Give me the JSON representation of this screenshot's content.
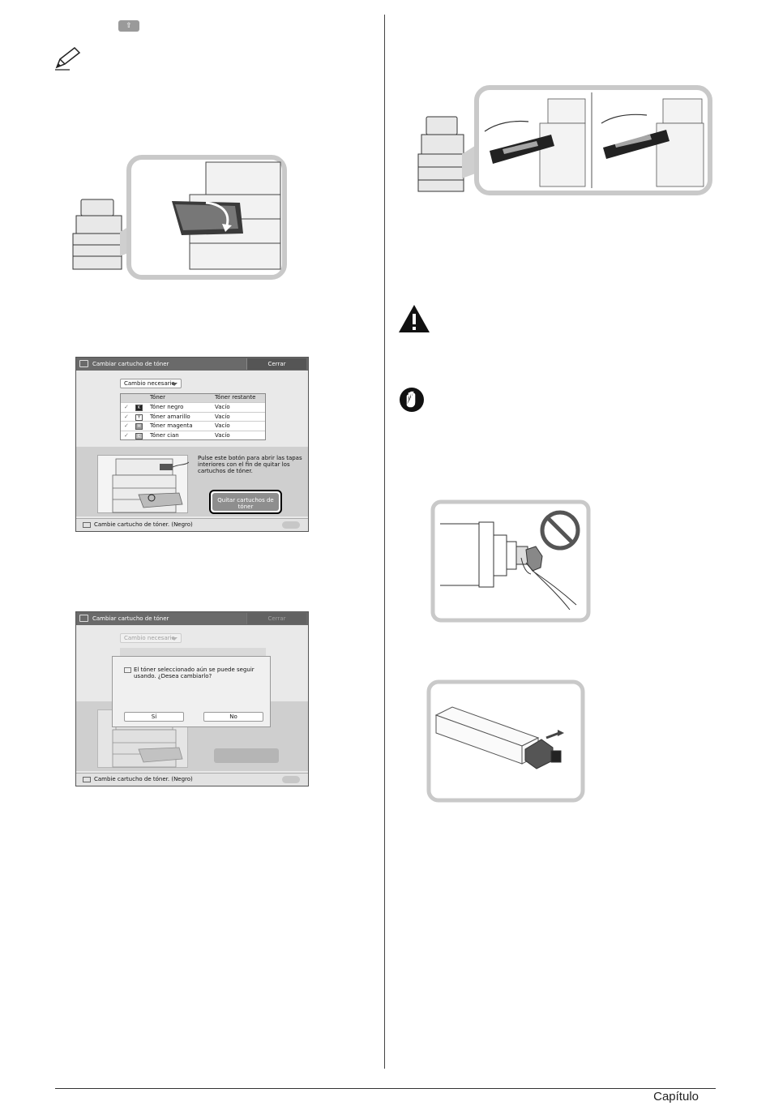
{
  "icons": {
    "key_icon": "reset-key-icon",
    "note": "pencil-note-icon",
    "warning": "warning-triangle-icon",
    "important": "stop-hand-icon",
    "prohibited": "prohibited-icon"
  },
  "screen1": {
    "title": "Cambiar cartucho de tóner",
    "close": "Cerrar",
    "dropdown": "Cambio necesario",
    "headers": [
      "Tóner",
      "Tóner restante"
    ],
    "rows": [
      {
        "badge": "K",
        "name": "Tóner negro",
        "remaining": "Vacío"
      },
      {
        "badge": "Y",
        "name": "Tóner amarillo",
        "remaining": "Vacío"
      },
      {
        "badge": "M",
        "name": "Tóner magenta",
        "remaining": "Vacío"
      },
      {
        "badge": "C",
        "name": "Tóner cian",
        "remaining": "Vacío"
      }
    ],
    "instruction": "Pulse este botón para abrir las tapas interiores con el fin de quitar los cartuchos de tóner.",
    "button": "Quitar cartuchos de tóner",
    "status": "Cambie cartucho de tóner. (Negro)"
  },
  "screen2": {
    "title": "Cambiar cartucho de tóner",
    "close": "Cerrar",
    "dropdown": "Cambio necesario",
    "dialog_message": "El tóner seleccionado aún se puede seguir usando. ¿Desea cambiarlo?",
    "yes": "Sí",
    "no": "No",
    "status": "Cambie cartucho de tóner. (Negro)"
  },
  "footer": {
    "chapter": "Capítulo"
  }
}
